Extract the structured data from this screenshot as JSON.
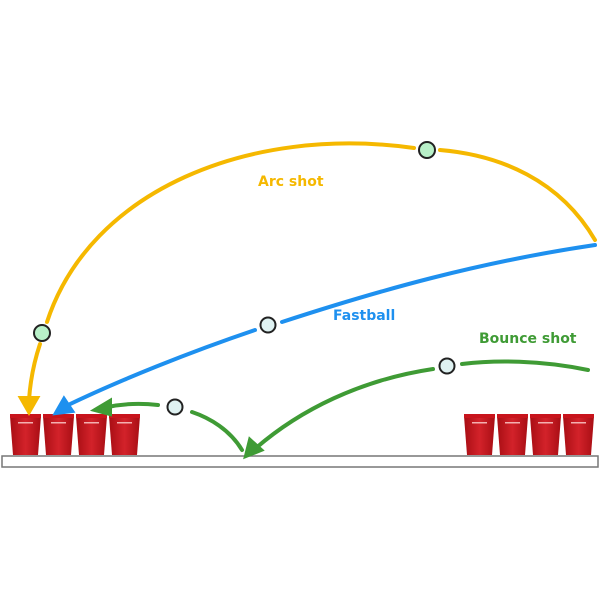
{
  "labels": {
    "arc": "Arc shot",
    "fastball": "Fastball",
    "bounce": "Bounce shot"
  },
  "colors": {
    "arc": "#f5b800",
    "fastball": "#1e90ef",
    "bounce": "#3f9b35",
    "cup": "#c8141c",
    "ball_green": "#b8f0c8",
    "ball_white": "#dff2f2"
  },
  "cups": {
    "left_count": 4,
    "right_count": 4
  }
}
